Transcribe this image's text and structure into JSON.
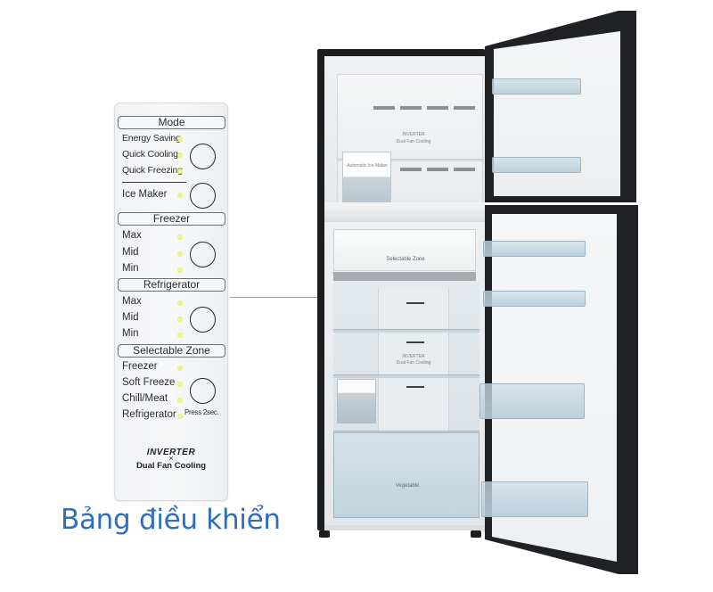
{
  "control_panel": {
    "sections": [
      {
        "title": "Mode",
        "options": [
          "Energy Saving",
          "Quick Cooling",
          "Quick Freezing"
        ],
        "extra_option": "Ice Maker"
      },
      {
        "title": "Freezer",
        "options": [
          "Max",
          "Mid",
          "Min"
        ]
      },
      {
        "title": "Refrigerator",
        "options": [
          "Max",
          "Mid",
          "Min"
        ]
      },
      {
        "title": "Selectable Zone",
        "options": [
          "Freezer",
          "Soft Freeze",
          "Chill/Meat",
          "Refrigerator"
        ],
        "button_note": "Press 2sec."
      }
    ],
    "brand": {
      "line1": "INVERTER",
      "line2": "×",
      "line3": "Dual Fan Cooling"
    },
    "led_color": "#eaf06a"
  },
  "caption": {
    "text": "Bảng điều khiển",
    "color": "#2f6dbf"
  },
  "fridge": {
    "freezer_label_line1": "INVERTER",
    "freezer_label_line2": "Dual Fan Cooling",
    "ice_maker_label": "Automatic Ice Maker",
    "selectable_zone_label": "Selectable Zone",
    "fridge_label_line1": "INVERTER",
    "fridge_label_line2": "Dual Fan Cooling",
    "crisper_label": "Vegetable",
    "body_color": "#1c1d1f"
  }
}
